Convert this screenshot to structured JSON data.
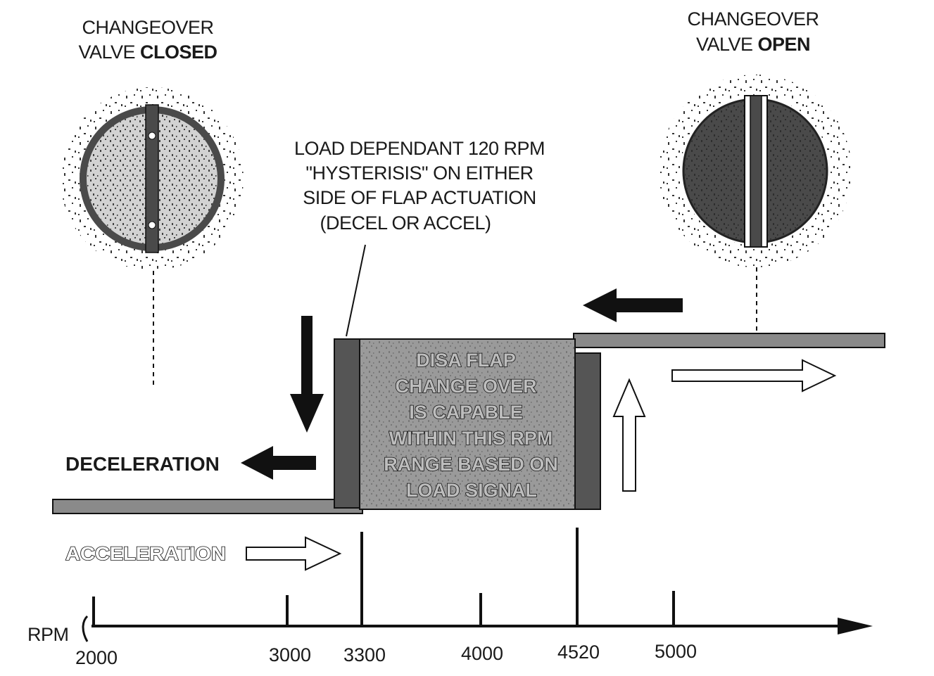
{
  "valve_closed": {
    "line1": "CHANGEOVER",
    "line2_prefix": "VALVE ",
    "line2_state": "CLOSED"
  },
  "valve_open": {
    "line1": "CHANGEOVER",
    "line2_prefix": "VALVE ",
    "line2_state": "OPEN"
  },
  "hysteresis_note": [
    "LOAD DEPENDANT 120 RPM",
    "\"HYSTERISIS\" ON EITHER",
    "SIDE OF FLAP ACTUATION",
    "(DECEL OR ACCEL)"
  ],
  "flap_box": [
    "DISA FLAP",
    "CHANGE OVER",
    "IS CAPABLE",
    "WITHIN THIS RPM",
    "RANGE BASED ON",
    "LOAD SIGNAL"
  ],
  "deceleration_label": "DECELERATION",
  "acceleration_label": "ACCELERATION",
  "axis": {
    "label": "RPM",
    "ticks": [
      "2000",
      "3000",
      "3300",
      "4000",
      "4520",
      "5000"
    ]
  },
  "colors": {
    "track": "#8a8a8a",
    "flap_box": "#9a9a9a",
    "hysteresis_band": "#555555",
    "valve_closed_fill": "#d2d2d2",
    "valve_open_fill": "#4a4a4a"
  }
}
